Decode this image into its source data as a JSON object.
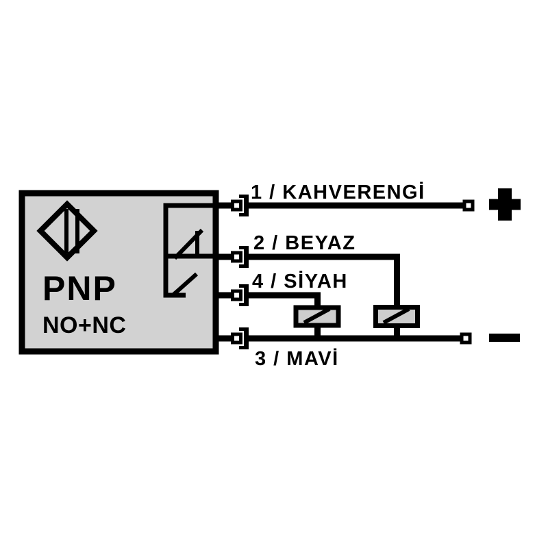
{
  "diagram": {
    "sensor": {
      "type": "PNP",
      "contacts": "NO+NC",
      "logo_icon": "diamond-sensor-icon",
      "switch_icon": "no-nc-contact-switch-icon"
    },
    "wires": [
      {
        "label": "1 / KAHVERENGİ",
        "terminal": "positive"
      },
      {
        "label": "2 / BEYAZ",
        "terminal": "load"
      },
      {
        "label": "4 / SİYAH",
        "terminal": "load"
      },
      {
        "label": "3 / MAVİ",
        "terminal": "negative"
      }
    ],
    "supply": {
      "positive_symbol": "+",
      "negative_symbol": "−"
    },
    "colors": {
      "line": "#000000",
      "sensor_fill": "#d2d2d2",
      "load_fill": "#cdcdcd",
      "background": "#ffffff"
    }
  }
}
